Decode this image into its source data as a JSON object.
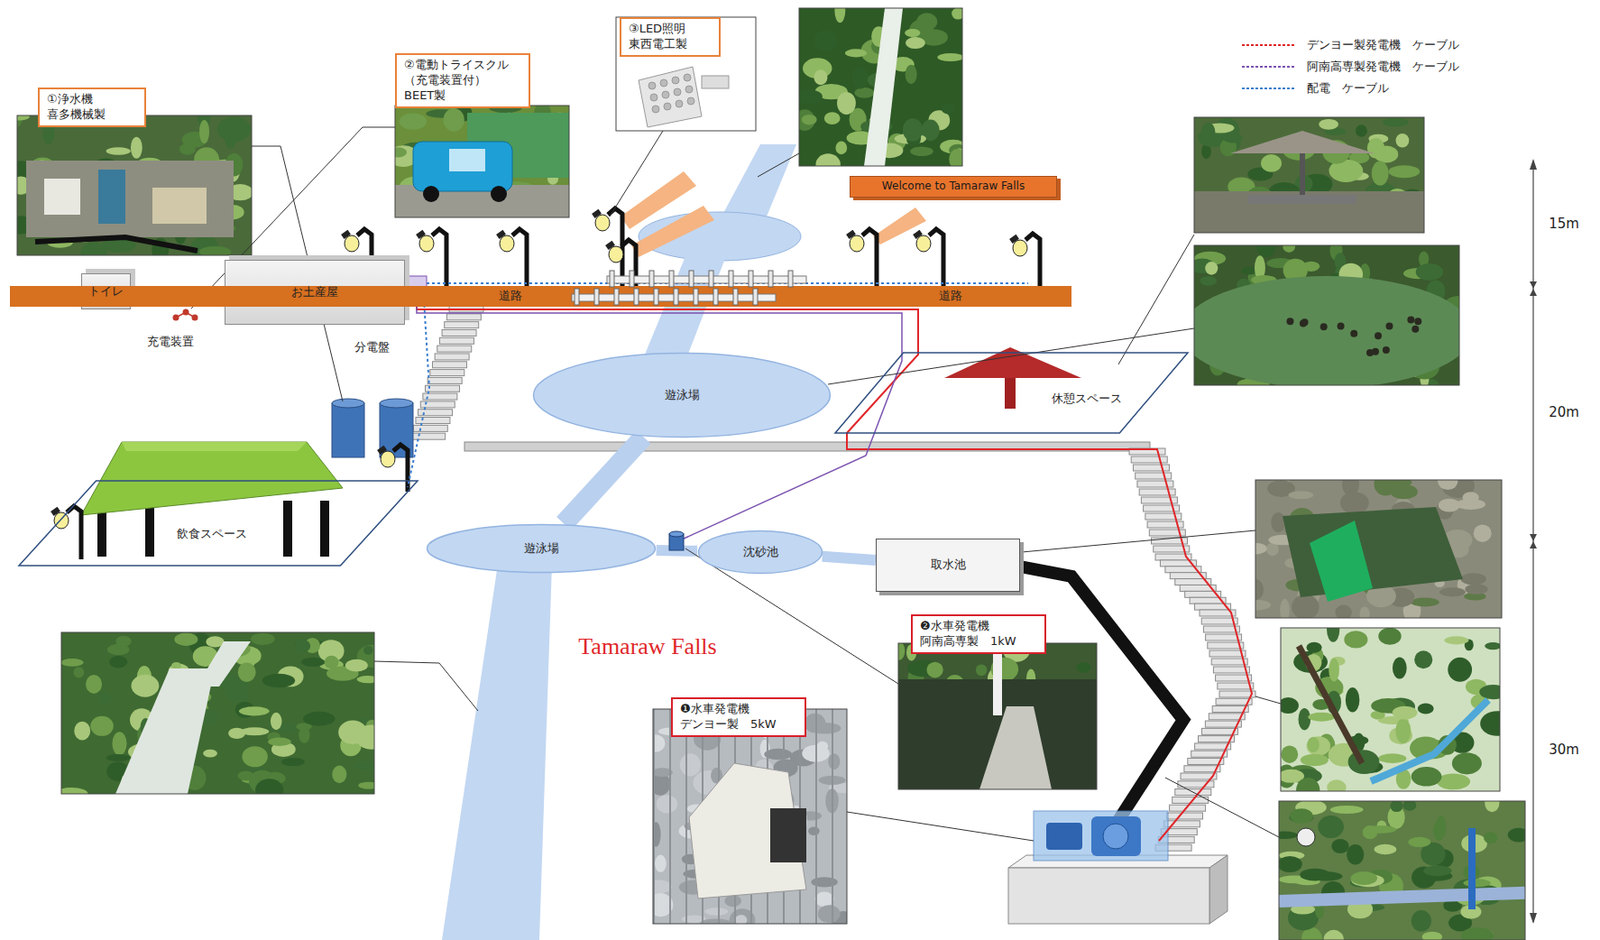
{
  "diagram": {
    "nodes": [
      {
        "text": [
          "①浄水機 喜多機械製"
        ]
      },
      {
        "text": [
          "②電動トライスクル （充電装置付） BEET製"
        ]
      },
      {
        "text": [
          "③LED照明 東西電工製"
        ]
      },
      {
        "text": [
          "Welcome to Tamaraw Falls"
        ]
      },
      {
        "text": [
          "トイレ"
        ]
      },
      {
        "text": [
          "お土産屋"
        ]
      },
      {
        "text": [
          "道路",
          "道路"
        ]
      },
      {
        "text": [
          "遊泳場"
        ]
      },
      {
        "text": [
          "休憩スペース"
        ]
      },
      {
        "text": [
          "飲食スペース"
        ]
      },
      {
        "text": [
          "遊泳場"
        ]
      },
      {
        "text": [
          "沈砂池"
        ]
      },
      {
        "text": [
          "取水池"
        ]
      },
      {
        "text": [
          "❷水車発電機 阿南高専製　1kW"
        ]
      },
      {
        "text": [
          "❶水車発電機 デンヨー製　5kW"
        ]
      }
    ],
    "edges": [
      {
        "from": 7,
        "to": 10,
        "arrow": "none"
      },
      {
        "from": 12,
        "to": 11,
        "arrow": "none"
      },
      {
        "from": 11,
        "to": 10,
        "arrow": "none"
      }
    ],
    "labels": [
      "充電装置",
      "分電盤",
      "Tamaraw Falls",
      "15m",
      "20m",
      "30m"
    ],
    "legend": [
      {
        "text": "デンヨー製発電機　ケーブル"
      },
      {
        "text": "阿南高専製発電機　ケーブル"
      },
      {
        "text": "配電　ケーブル"
      }
    ]
  }
}
